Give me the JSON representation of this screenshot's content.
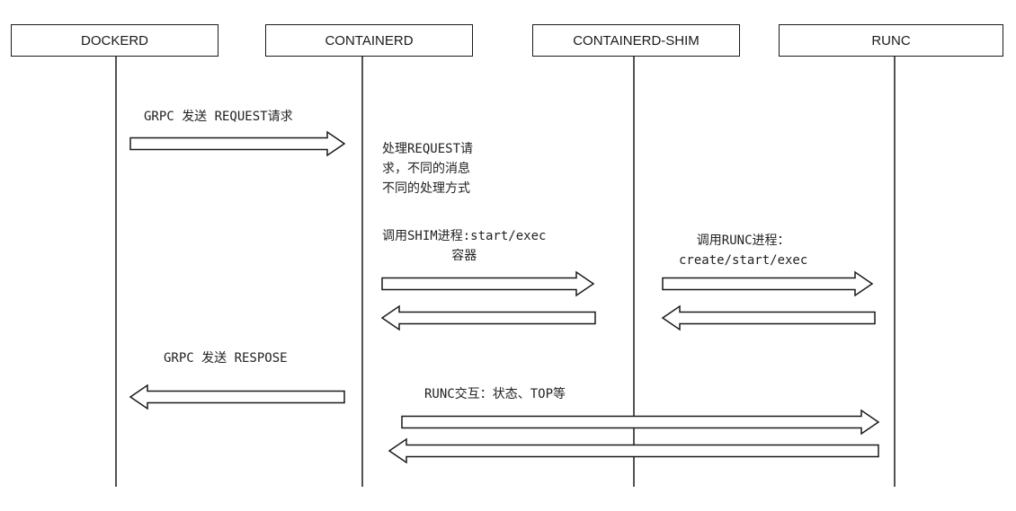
{
  "participants": [
    "DOCKERD",
    "CONTAINERD",
    "CONTAINERD-SHIM",
    "RUNC"
  ],
  "messages": [
    "GRPC 发送 REQUEST请求",
    "处理REQUEST请\n求，不同的消息\n不同的处理方式",
    "调用SHIM进程:start/exec\n容器",
    "调用RUNC进程：\ncreate/start/exec",
    "GRPC 发送 RESPOSE",
    "RUNC交互：状态、TOP等"
  ],
  "arrows": [
    {
      "from": "DOCKERD",
      "to": "CONTAINERD"
    },
    {
      "from": "CONTAINERD",
      "to": "CONTAINERD-SHIM"
    },
    {
      "from": "CONTAINERD-SHIM",
      "to": "CONTAINERD"
    },
    {
      "from": "CONTAINERD-SHIM",
      "to": "RUNC"
    },
    {
      "from": "RUNC",
      "to": "CONTAINERD-SHIM"
    },
    {
      "from": "CONTAINERD",
      "to": "DOCKERD"
    },
    {
      "from": "CONTAINERD",
      "to": "RUNC"
    },
    {
      "from": "RUNC",
      "to": "CONTAINERD"
    }
  ]
}
